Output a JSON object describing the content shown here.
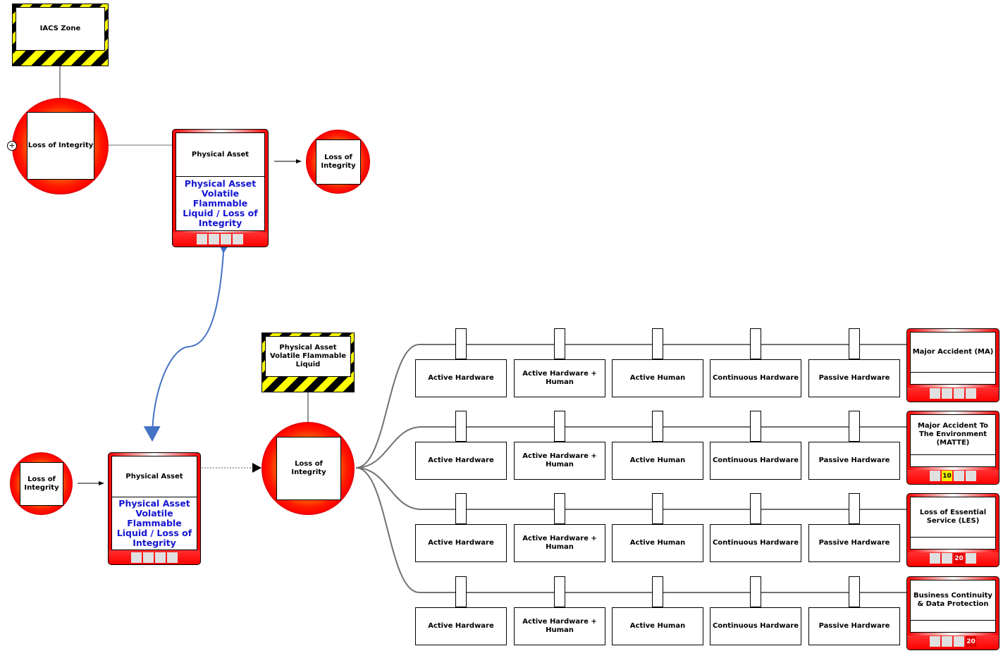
{
  "top_group": {
    "zone": {
      "label": "IACS Zone"
    },
    "hazard_event": {
      "label": "Loss of Integrity",
      "expand_icon": "plus-circle-icon"
    },
    "threat_card": {
      "title": "Physical Asset",
      "description": "Physical Asset Volatile Flammable Liquid / Loss of Integrity",
      "cells": [
        "",
        "",
        "",
        ""
      ]
    },
    "consequence_event": {
      "label": "Loss of Integrity"
    }
  },
  "bottom_group": {
    "source_event": {
      "label": "Loss of Integrity"
    },
    "threat_card": {
      "title": "Physical Asset",
      "description": "Physical Asset Volatile Flammable Liquid / Loss of Integrity",
      "cells": [
        "",
        "",
        "",
        ""
      ]
    },
    "hazard": {
      "label": "Physical Asset Volatile Flammable Liquid"
    },
    "top_event": {
      "label": "Loss of Integrity"
    },
    "barrier_rows": [
      {
        "barriers": [
          "Active Hardware",
          "Active Hardware + Human",
          "Active Human",
          "Continuous Hardware",
          "Passive Hardware"
        ],
        "consequence": {
          "title": "Major Accident (MA)",
          "cells": [
            "",
            "",
            "",
            ""
          ],
          "highlight": null
        }
      },
      {
        "barriers": [
          "Active Hardware",
          "Active Hardware + Human",
          "Active Human",
          "Continuous Hardware",
          "Passive Hardware"
        ],
        "consequence": {
          "title": "Major Accident To The Environment (MATTE)",
          "cells": [
            "",
            "10",
            "",
            ""
          ],
          "highlight": {
            "index": 1,
            "color": "#f0f000",
            "text_color": "#000000"
          }
        }
      },
      {
        "barriers": [
          "Active Hardware",
          "Active Hardware + Human",
          "Active Human",
          "Continuous Hardware",
          "Passive Hardware"
        ],
        "consequence": {
          "title": "Loss of Essential Service (LES)",
          "cells": [
            "",
            "",
            "20",
            ""
          ],
          "highlight": {
            "index": 2,
            "color": "#e00000",
            "text_color": "#ffffff"
          }
        }
      },
      {
        "barriers": [
          "Active Hardware",
          "Active Hardware + Human",
          "Active Human",
          "Continuous Hardware",
          "Passive Hardware"
        ],
        "consequence": {
          "title": "Business Continuity & Data Protection",
          "cells": [
            "",
            "",
            "",
            "20"
          ],
          "highlight": {
            "index": 3,
            "color": "#e00000",
            "text_color": "#ffffff"
          }
        }
      }
    ]
  },
  "colors": {
    "link_blue": "#4472c4",
    "connector_gray": "#707070",
    "card_red": "#ff0000",
    "hazard_yellow": "#ffff00",
    "description_blue": "#1414d2"
  }
}
